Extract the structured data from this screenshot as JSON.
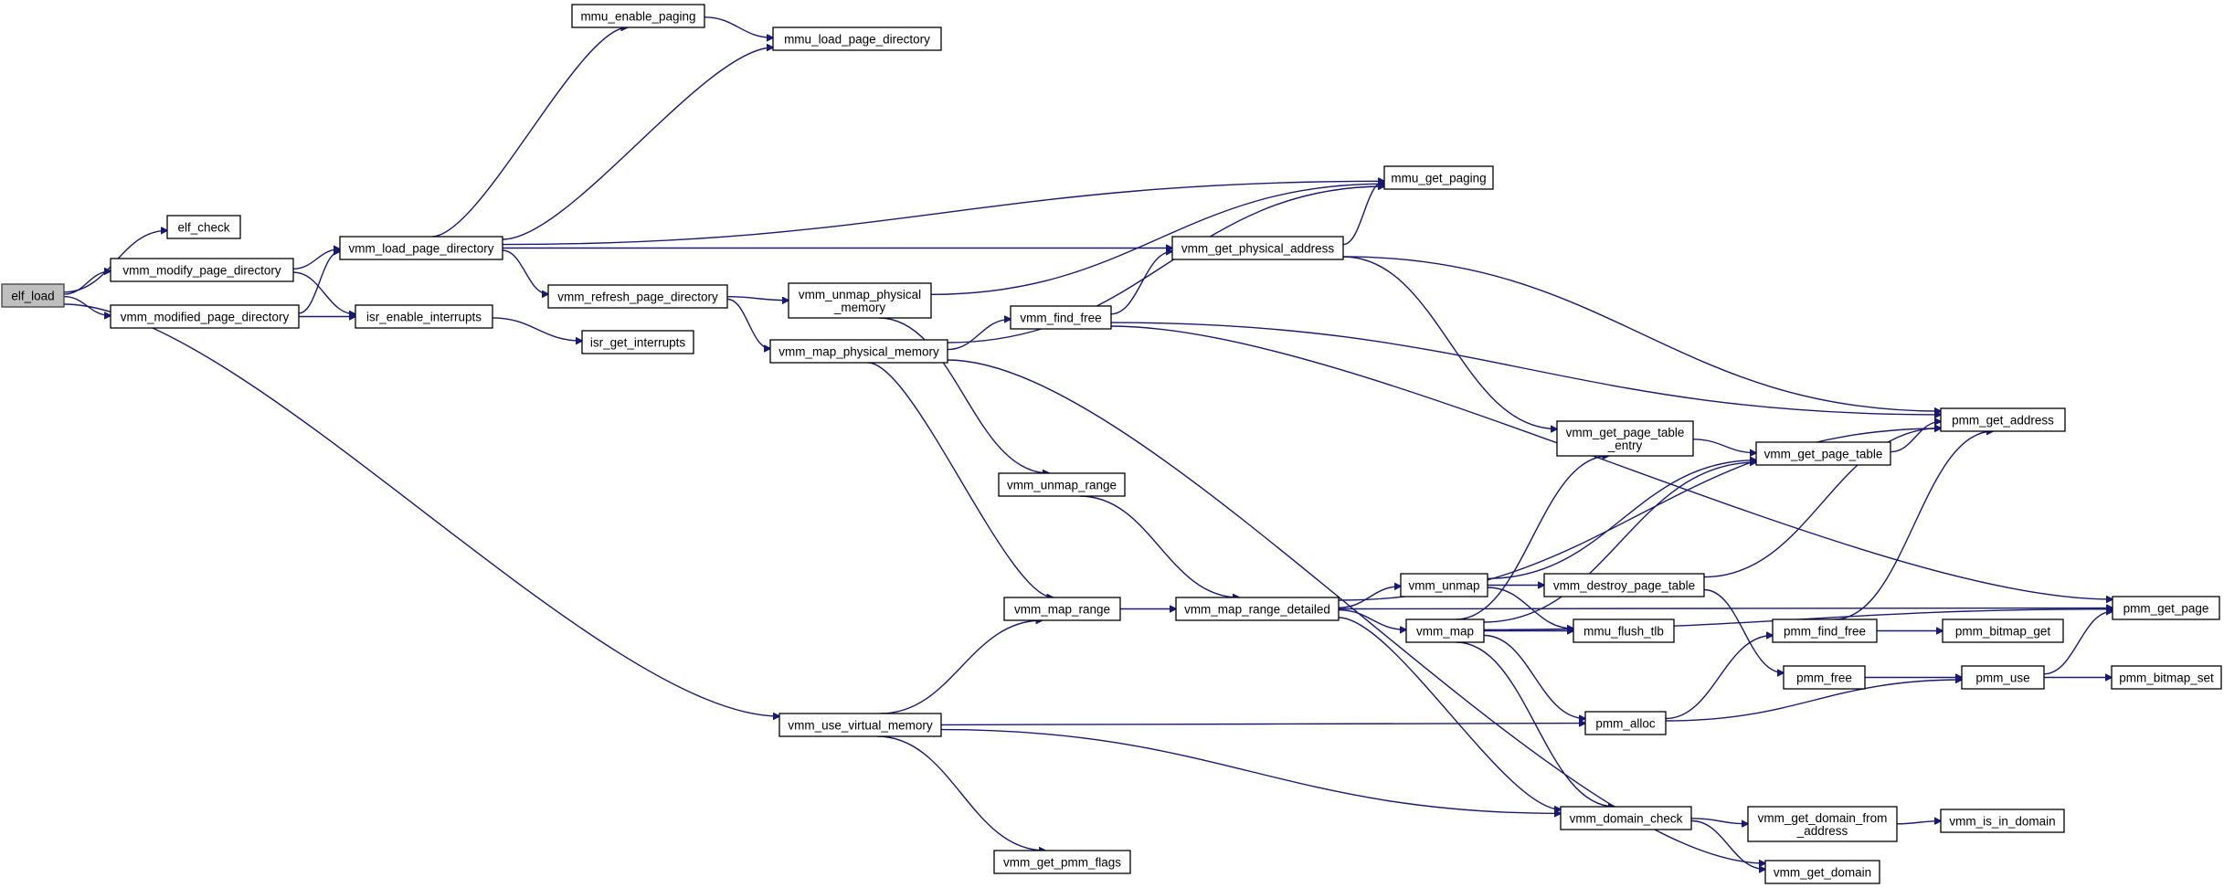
{
  "nodes": [
    {
      "id": "elf_load",
      "lines": [
        "elf_load"
      ],
      "root": true
    },
    {
      "id": "elf_check",
      "lines": [
        "elf_check"
      ]
    },
    {
      "id": "vmm_modify_page_directory",
      "lines": [
        "vmm_modify_page_directory"
      ]
    },
    {
      "id": "vmm_modified_page_directory",
      "lines": [
        "vmm_modified_page_directory"
      ]
    },
    {
      "id": "vmm_load_page_directory",
      "lines": [
        "vmm_load_page_directory"
      ]
    },
    {
      "id": "isr_enable_interrupts",
      "lines": [
        "isr_enable_interrupts"
      ]
    },
    {
      "id": "isr_get_interrupts",
      "lines": [
        "isr_get_interrupts"
      ]
    },
    {
      "id": "mmu_enable_paging",
      "lines": [
        "mmu_enable_paging"
      ]
    },
    {
      "id": "mmu_load_page_directory",
      "lines": [
        "mmu_load_page_directory"
      ]
    },
    {
      "id": "mmu_get_paging",
      "lines": [
        "mmu_get_paging"
      ]
    },
    {
      "id": "vmm_refresh_page_directory",
      "lines": [
        "vmm_refresh_page_directory"
      ]
    },
    {
      "id": "vmm_unmap_physical_memory",
      "lines": [
        "vmm_unmap_physical",
        "_memory"
      ]
    },
    {
      "id": "vmm_map_physical_memory",
      "lines": [
        "vmm_map_physical_memory"
      ]
    },
    {
      "id": "vmm_get_physical_address",
      "lines": [
        "vmm_get_physical_address"
      ]
    },
    {
      "id": "vmm_find_free",
      "lines": [
        "vmm_find_free"
      ]
    },
    {
      "id": "vmm_unmap_range",
      "lines": [
        "vmm_unmap_range"
      ]
    },
    {
      "id": "vmm_map_range",
      "lines": [
        "vmm_map_range"
      ]
    },
    {
      "id": "vmm_map_range_detailed",
      "lines": [
        "vmm_map_range_detailed"
      ]
    },
    {
      "id": "vmm_use_virtual_memory",
      "lines": [
        "vmm_use_virtual_memory"
      ]
    },
    {
      "id": "vmm_get_pmm_flags",
      "lines": [
        "vmm_get_pmm_flags"
      ]
    },
    {
      "id": "vmm_get_page_table_entry",
      "lines": [
        "vmm_get_page_table",
        "_entry"
      ]
    },
    {
      "id": "vmm_get_page_table",
      "lines": [
        "vmm_get_page_table"
      ]
    },
    {
      "id": "pmm_get_address",
      "lines": [
        "pmm_get_address"
      ]
    },
    {
      "id": "vmm_unmap",
      "lines": [
        "vmm_unmap"
      ]
    },
    {
      "id": "vmm_destroy_page_table",
      "lines": [
        "vmm_destroy_page_table"
      ]
    },
    {
      "id": "vmm_map",
      "lines": [
        "vmm_map"
      ]
    },
    {
      "id": "mmu_flush_tlb",
      "lines": [
        "mmu_flush_tlb"
      ]
    },
    {
      "id": "pmm_find_free",
      "lines": [
        "pmm_find_free"
      ]
    },
    {
      "id": "pmm_bitmap_get",
      "lines": [
        "pmm_bitmap_get"
      ]
    },
    {
      "id": "pmm_free",
      "lines": [
        "pmm_free"
      ]
    },
    {
      "id": "pmm_use",
      "lines": [
        "pmm_use"
      ]
    },
    {
      "id": "pmm_bitmap_set",
      "lines": [
        "pmm_bitmap_set"
      ]
    },
    {
      "id": "pmm_get_page",
      "lines": [
        "pmm_get_page"
      ]
    },
    {
      "id": "pmm_alloc",
      "lines": [
        "pmm_alloc"
      ]
    },
    {
      "id": "vmm_domain_check",
      "lines": [
        "vmm_domain_check"
      ]
    },
    {
      "id": "vmm_get_domain_from_address",
      "lines": [
        "vmm_get_domain_from",
        "_address"
      ]
    },
    {
      "id": "vmm_is_in_domain",
      "lines": [
        "vmm_is_in_domain"
      ]
    },
    {
      "id": "vmm_get_domain",
      "lines": [
        "vmm_get_domain"
      ]
    }
  ],
  "edges": [
    [
      "elf_load",
      "elf_check"
    ],
    [
      "elf_load",
      "vmm_modify_page_directory"
    ],
    [
      "elf_load",
      "vmm_modified_page_directory"
    ],
    [
      "elf_load",
      "vmm_use_virtual_memory"
    ],
    [
      "vmm_modify_page_directory",
      "vmm_load_page_directory"
    ],
    [
      "vmm_modify_page_directory",
      "isr_enable_interrupts"
    ],
    [
      "vmm_modified_page_directory",
      "vmm_load_page_directory"
    ],
    [
      "vmm_modified_page_directory",
      "isr_enable_interrupts"
    ],
    [
      "vmm_load_page_directory",
      "mmu_enable_paging"
    ],
    [
      "vmm_load_page_directory",
      "mmu_load_page_directory"
    ],
    [
      "vmm_load_page_directory",
      "mmu_get_paging"
    ],
    [
      "vmm_load_page_directory",
      "vmm_get_physical_address"
    ],
    [
      "vmm_load_page_directory",
      "vmm_refresh_page_directory"
    ],
    [
      "mmu_enable_paging",
      "mmu_load_page_directory"
    ],
    [
      "isr_enable_interrupts",
      "isr_get_interrupts"
    ],
    [
      "vmm_refresh_page_directory",
      "vmm_unmap_physical_memory"
    ],
    [
      "vmm_refresh_page_directory",
      "vmm_map_physical_memory"
    ],
    [
      "vmm_unmap_physical_memory",
      "mmu_get_paging"
    ],
    [
      "vmm_unmap_physical_memory",
      "vmm_unmap_range"
    ],
    [
      "vmm_map_physical_memory",
      "mmu_get_paging"
    ],
    [
      "vmm_map_physical_memory",
      "vmm_find_free"
    ],
    [
      "vmm_map_physical_memory",
      "vmm_map_range"
    ],
    [
      "vmm_map_physical_memory",
      "vmm_get_domain"
    ],
    [
      "vmm_get_physical_address",
      "mmu_get_paging"
    ],
    [
      "vmm_get_physical_address",
      "vmm_get_page_table_entry"
    ],
    [
      "vmm_get_physical_address",
      "pmm_get_address"
    ],
    [
      "vmm_find_free",
      "vmm_get_physical_address"
    ],
    [
      "vmm_find_free",
      "pmm_get_address"
    ],
    [
      "vmm_find_free",
      "pmm_get_page"
    ],
    [
      "vmm_unmap_range",
      "vmm_map_range_detailed"
    ],
    [
      "vmm_map_range",
      "vmm_map_range_detailed"
    ],
    [
      "vmm_use_virtual_memory",
      "vmm_map_range"
    ],
    [
      "vmm_use_virtual_memory",
      "vmm_get_pmm_flags"
    ],
    [
      "vmm_use_virtual_memory",
      "pmm_alloc"
    ],
    [
      "vmm_use_virtual_memory",
      "vmm_domain_check"
    ],
    [
      "vmm_map_range_detailed",
      "pmm_get_address"
    ],
    [
      "vmm_map_range_detailed",
      "vmm_unmap"
    ],
    [
      "vmm_map_range_detailed",
      "vmm_map"
    ],
    [
      "vmm_map_range_detailed",
      "vmm_domain_check"
    ],
    [
      "vmm_map_range_detailed",
      "pmm_get_page"
    ],
    [
      "vmm_get_page_table_entry",
      "vmm_get_page_table"
    ],
    [
      "vmm_get_page_table",
      "pmm_get_address"
    ],
    [
      "vmm_unmap",
      "vmm_get_page_table"
    ],
    [
      "vmm_unmap",
      "vmm_destroy_page_table"
    ],
    [
      "vmm_unmap",
      "mmu_flush_tlb"
    ],
    [
      "vmm_destroy_page_table",
      "pmm_get_address"
    ],
    [
      "vmm_destroy_page_table",
      "pmm_free"
    ],
    [
      "vmm_map",
      "vmm_get_page_table_entry"
    ],
    [
      "vmm_map",
      "vmm_get_page_table"
    ],
    [
      "vmm_map",
      "mmu_flush_tlb"
    ],
    [
      "vmm_map",
      "pmm_get_page"
    ],
    [
      "vmm_map",
      "pmm_alloc"
    ],
    [
      "vmm_map",
      "vmm_domain_check"
    ],
    [
      "pmm_find_free",
      "pmm_get_address"
    ],
    [
      "pmm_find_free",
      "pmm_bitmap_get"
    ],
    [
      "pmm_free",
      "pmm_use"
    ],
    [
      "pmm_use",
      "pmm_get_page"
    ],
    [
      "pmm_use",
      "pmm_bitmap_set"
    ],
    [
      "pmm_alloc",
      "pmm_find_free"
    ],
    [
      "pmm_alloc",
      "pmm_use"
    ],
    [
      "vmm_domain_check",
      "vmm_get_domain_from_address"
    ],
    [
      "vmm_domain_check",
      "vmm_get_domain"
    ],
    [
      "vmm_get_domain_from_address",
      "vmm_is_in_domain"
    ]
  ]
}
